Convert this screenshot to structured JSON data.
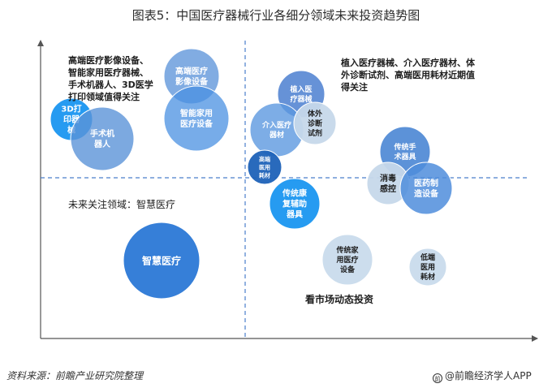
{
  "title": "图表5：中国医疗器械行业各细分领域未来投资趋势图",
  "annotations": {
    "top_left": [
      "高端医疗影像设备、",
      "智能家用医疗器械、",
      "手术机器人、3D医学",
      "打印领域值得关注"
    ],
    "top_right": [
      "植入医疗器械、介入医疗器材、体",
      "外诊断试剂、高端医用耗材近期值",
      "得关注"
    ],
    "middle_left": "未来关注领域：智慧医疗",
    "bottom_right": "看市场动态投资"
  },
  "source": "资料来源：前瞻产业研究院整理",
  "logo_text": "@前瞻经济学人APP",
  "logo_mark": "前",
  "chart_data": {
    "type": "bubble",
    "title": "图表5：中国医疗器械行业各细分领域未来投资趋势图",
    "xlabel": "",
    "ylabel": "",
    "axes_labeled": false,
    "grid": false,
    "quadrant_dividers": "dashed",
    "bubbles": [
      {
        "label": [
          "高端医疗",
          "影像设备"
        ],
        "color": "#3d7fd3",
        "alpha": 0.65
      },
      {
        "label": [
          "智能家用",
          "医疗设备"
        ],
        "color": "#4a90e2",
        "alpha": 0.75
      },
      {
        "label": [
          "3D打",
          "印器",
          "械"
        ],
        "color": "#1a96f0",
        "alpha": 0.95
      },
      {
        "label": [
          "手术机",
          "器人"
        ],
        "color": "#5b93d8",
        "alpha": 0.8
      },
      {
        "label": [
          "植入医",
          "疗器械"
        ],
        "color": "#4b7fd0",
        "alpha": 0.85
      },
      {
        "label": [
          "介入医疗",
          "器材"
        ],
        "color": "#5d99e0",
        "alpha": 0.8
      },
      {
        "label": [
          "体外",
          "诊断",
          "试剂"
        ],
        "color": "#c6d8ea",
        "alpha": 0.95,
        "text_color": "#1e1e1e"
      },
      {
        "label": [
          "高端",
          "医用",
          "耗材"
        ],
        "color": "#1d62b8",
        "alpha": 0.95
      },
      {
        "label": [
          "传统康",
          "复辅助",
          "器具"
        ],
        "color": "#1a96f0",
        "alpha": 0.95
      },
      {
        "label": [
          "传统手",
          "术器具"
        ],
        "color": "#4a86d4",
        "alpha": 0.9
      },
      {
        "label": [
          "消毒",
          "感控"
        ],
        "color": "#c6d8ea",
        "alpha": 0.95,
        "text_color": "#1e1e1e"
      },
      {
        "label": [
          "医药制",
          "造设备"
        ],
        "color": "#4f8ddc",
        "alpha": 0.85
      },
      {
        "label": [
          "智慧医疗"
        ],
        "color": "#2b78d6",
        "alpha": 0.95
      },
      {
        "label": [
          "传统家",
          "用医疗",
          "设备"
        ],
        "color": "#c9dbec",
        "alpha": 0.95,
        "text_color": "#1e1e1e"
      },
      {
        "label": [
          "低端",
          "医用",
          "耗材"
        ],
        "color": "#c9dbec",
        "alpha": 0.95,
        "text_color": "#1e1e1e"
      }
    ]
  }
}
